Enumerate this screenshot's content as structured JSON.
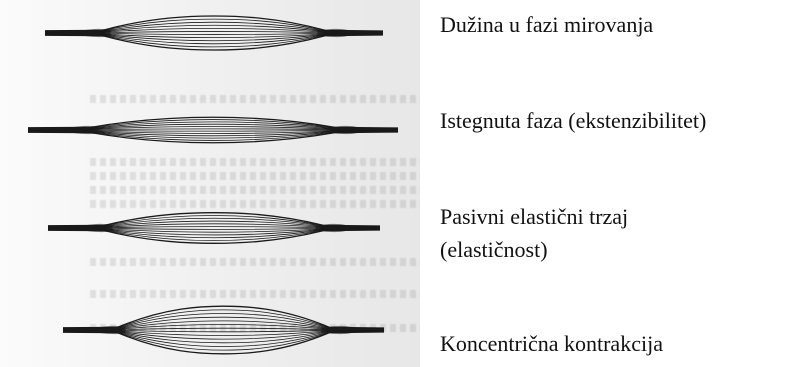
{
  "figure": {
    "items": [
      {
        "label": "Dužina u fazi mirovanja",
        "fiber_count": 12,
        "belly_thickness": 1.0,
        "stretch": 1.0
      },
      {
        "label": "Istegnuta faza (ekstenzibilitet)",
        "fiber_count": 12,
        "belly_thickness": 0.75,
        "stretch": 1.15
      },
      {
        "label": "Pasivni elastični trzaj\n(elastičnost)",
        "fiber_count": 12,
        "belly_thickness": 0.9,
        "stretch": 1.05
      },
      {
        "label": "Koncentrična kontrakcija",
        "fiber_count": 14,
        "belly_thickness": 1.4,
        "stretch": 0.9
      }
    ]
  },
  "colors": {
    "ink": "#1a1a1a",
    "background": "#ffffff"
  }
}
